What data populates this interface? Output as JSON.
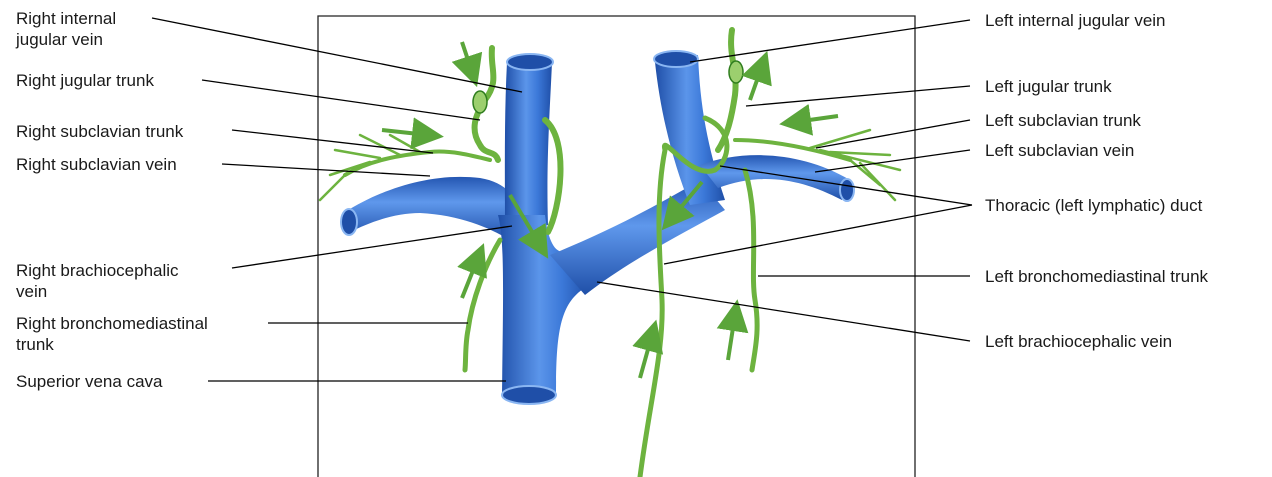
{
  "diagram": {
    "colors": {
      "vein": "#3b78d8",
      "vein_dark": "#1f4fa8",
      "vein_light": "#8ab6f2",
      "lymph": "#6db33f",
      "lymph_dark": "#2f7d1e",
      "arrow": "#5aa53a",
      "leader": "#000000"
    },
    "labels": {
      "right_internal_jugular_vein": [
        "Right internal",
        "jugular vein"
      ],
      "right_jugular_trunk": "Right jugular trunk",
      "right_subclavian_trunk": "Right subclavian trunk",
      "right_subclavian_vein": "Right subclavian vein",
      "right_brachiocephalic_vein": [
        "Right brachiocephalic",
        "vein"
      ],
      "right_bronchomediastinal_trunk": [
        "Right bronchomediastinal",
        "trunk"
      ],
      "superior_vena_cava": "Superior vena cava",
      "left_internal_jugular_vein": "Left internal jugular vein",
      "left_jugular_trunk": "Left jugular trunk",
      "left_subclavian_trunk": "Left subclavian trunk",
      "left_subclavian_vein": "Left subclavian vein",
      "thoracic_duct": "Thoracic (left lymphatic) duct",
      "left_bronchomediastinal_trunk": "Left bronchomediastinal trunk",
      "left_brachiocephalic_vein": "Left brachiocephalic vein"
    }
  }
}
